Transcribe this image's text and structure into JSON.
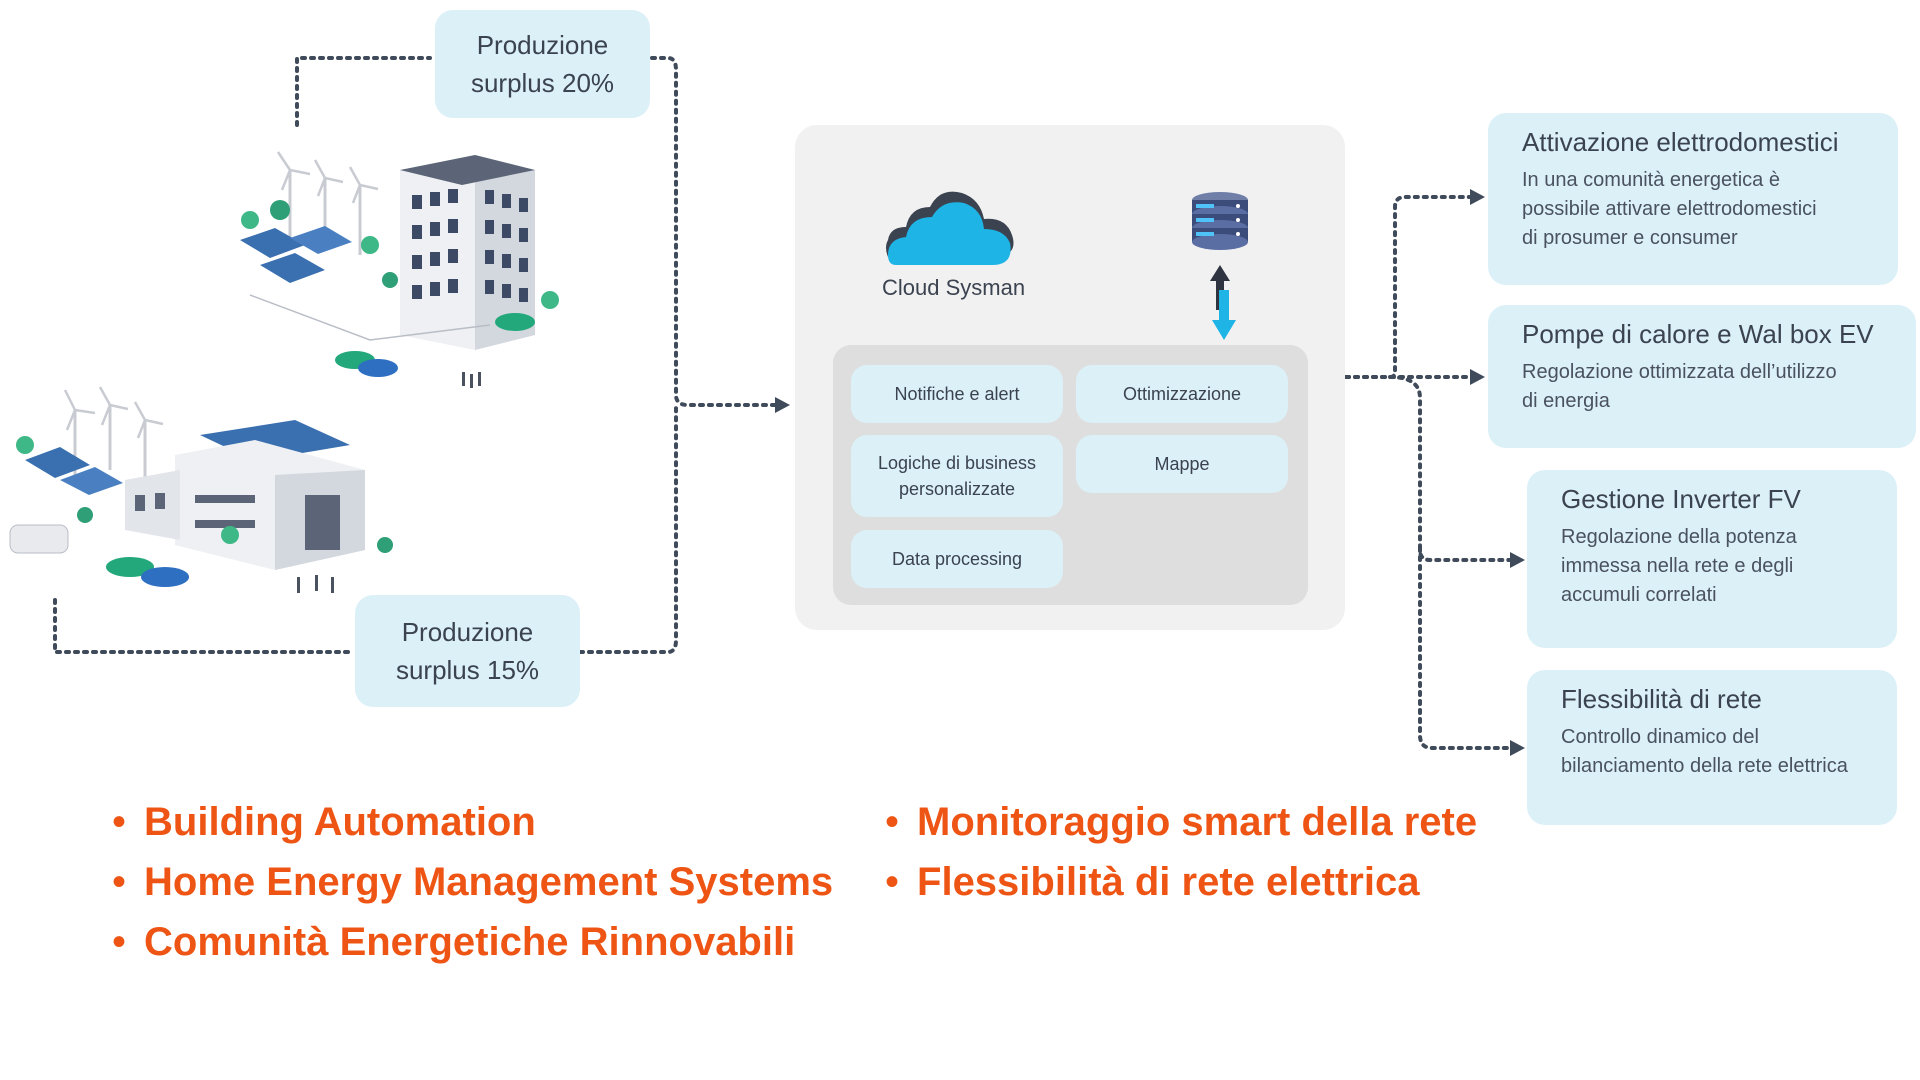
{
  "surplus_boxes": {
    "top": {
      "line1": "Produzione",
      "line2": "surplus 20%"
    },
    "bottom": {
      "line1": "Produzione",
      "line2": "surplus 15%"
    }
  },
  "cloud": {
    "label": "Cloud Sysman",
    "services": [
      {
        "label": "Notifiche e alert"
      },
      {
        "label": "Ottimizzazione"
      },
      {
        "label": "Logiche di business personalizzate"
      },
      {
        "label": "Mappe"
      },
      {
        "label": "Data processing"
      }
    ]
  },
  "features": [
    {
      "title": "Attivazione elettrodomestici",
      "lines": [
        "In una comunità energetica è",
        "possibile attivare elettrodomestici",
        "di prosumer e consumer"
      ]
    },
    {
      "title": "Pompe di calore e Wal box EV",
      "lines": [
        "Regolazione ottimizzata dell’utilizzo",
        "di energia"
      ]
    },
    {
      "title": "Gestione Inverter FV",
      "lines": [
        "Regolazione della potenza",
        "immessa nella rete e degli",
        "accumuli correlati"
      ]
    },
    {
      "title": "Flessibilità di rete",
      "lines": [
        "Controllo dinamico del",
        "bilanciamento della rete elettrica"
      ]
    }
  ],
  "bullets_left": [
    "Building Automation",
    "Home Energy Management Systems",
    "Comunità Energetiche Rinnovabili"
  ],
  "bullets_right": [
    "Monitoraggio smart della rete",
    "Flessibilità di rete elettrica"
  ],
  "colors": {
    "accent_orange": "#ee5515",
    "box_blue": "#dcf0f8",
    "cloud_blue": "#1eb4e6",
    "panel_gray": "#f1f1f1",
    "inner_gray": "#dedede",
    "connector": "#3f4a5a",
    "text_dark": "#3b4350"
  },
  "icons": [
    "cloud-icon",
    "database-icon",
    "arrow-up-icon",
    "arrow-down-icon",
    "office-building-icon",
    "industrial-plant-icon",
    "solar-panel-icon",
    "wind-turbine-icon",
    "electric-car-icon"
  ]
}
